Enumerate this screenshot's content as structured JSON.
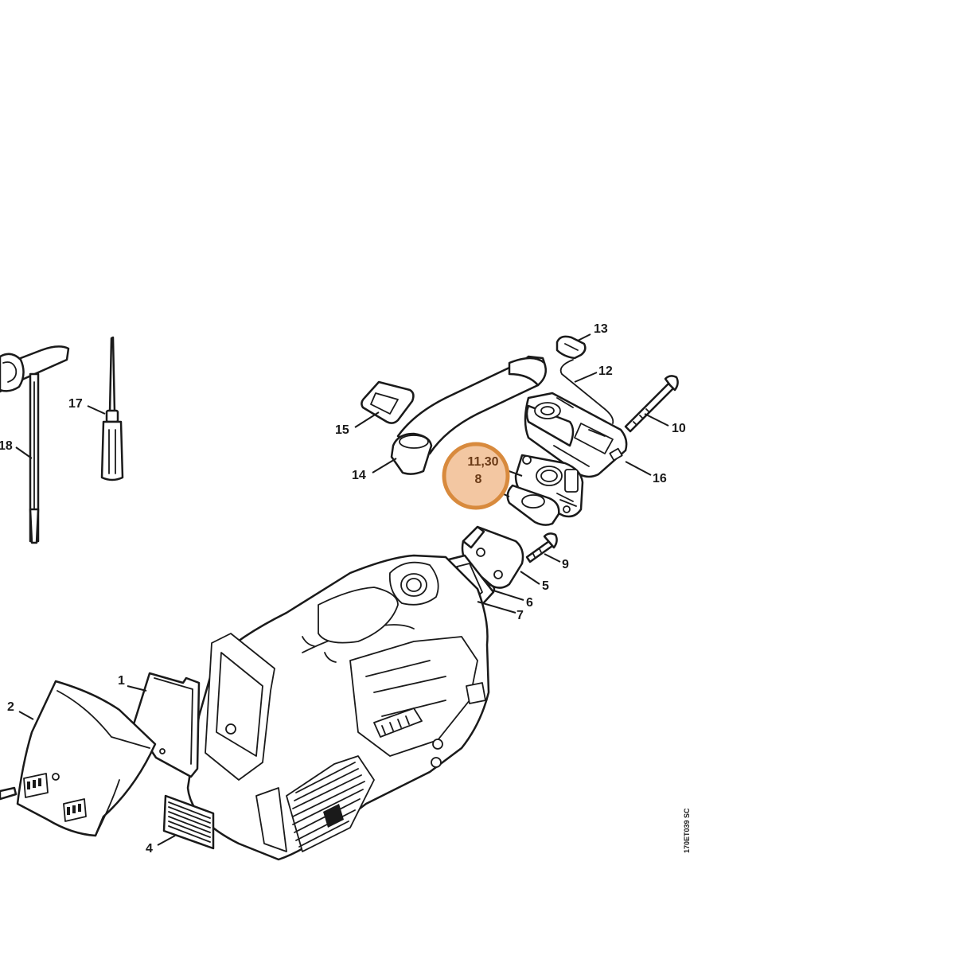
{
  "diagram": {
    "code": "170ET039 SC",
    "highlight": {
      "line1": "11,30",
      "line2": "8",
      "color": "#d88a3d"
    },
    "labels": {
      "p1": "1",
      "p2": "2",
      "p4": "4",
      "p5": "5",
      "p6": "6",
      "p7": "7",
      "p9": "9",
      "p10": "10",
      "p12": "12",
      "p13": "13",
      "p14": "14",
      "p15": "15",
      "p16": "16",
      "p17": "17",
      "p18": "18"
    }
  }
}
